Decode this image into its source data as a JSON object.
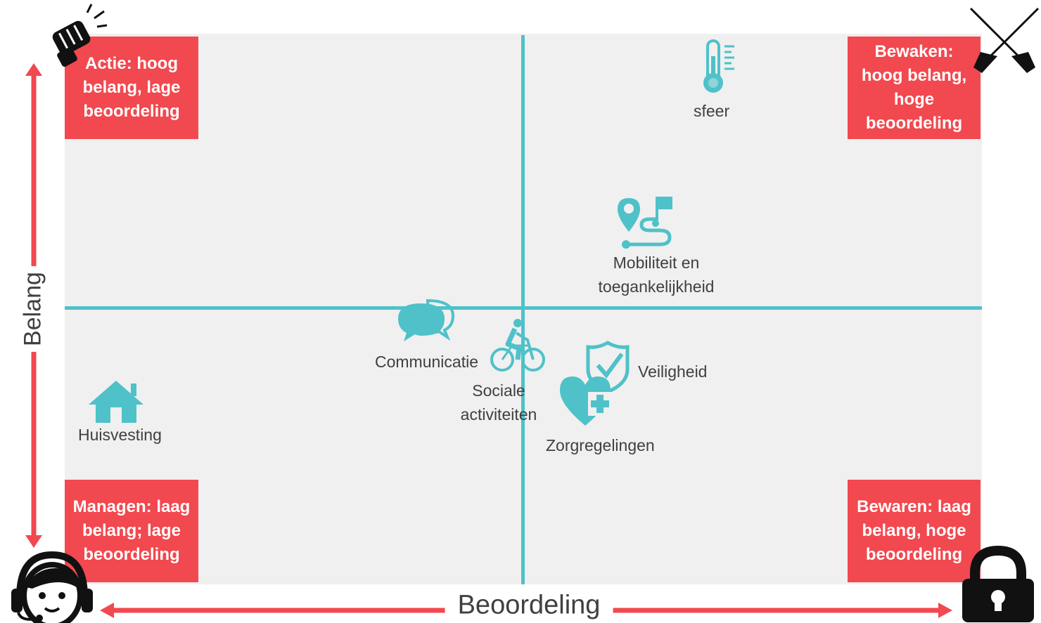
{
  "axes": {
    "y_label": "Belang",
    "x_label": "Beoordeling",
    "arrow_color": "#f2484f",
    "axis_color": "#4fc1c9",
    "background_color": "#f0f0f0"
  },
  "quadrants": {
    "top_left": {
      "text": "Actie: hoog belang, lage beoordeling",
      "icon": "fist-icon"
    },
    "top_right": {
      "text": "Bewaken: hoog belang, hoge beoordeling",
      "icon": "crossed-swords-icon"
    },
    "bottom_left": {
      "text": "Managen: laag belang; lage beoordeling",
      "icon": "headset-person-icon"
    },
    "bottom_right": {
      "text": "Bewaren: laag belang, hoge beoordeling",
      "icon": "padlock-icon"
    }
  },
  "items": {
    "sfeer": {
      "label": "sfeer",
      "icon": "thermometer-icon"
    },
    "mobiliteit": {
      "label_line1": "Mobiliteit en",
      "label_line2": "toegankelijkheid",
      "icon": "route-pin-flag-icon"
    },
    "communicatie": {
      "label": "Communicatie",
      "icon": "chat-bubbles-icon"
    },
    "sociale": {
      "label_line1": "Sociale",
      "label_line2": "activiteiten",
      "icon": "cyclist-icon"
    },
    "veiligheid": {
      "label": "Veiligheid",
      "icon": "shield-check-icon"
    },
    "zorg": {
      "label": "Zorgregelingen",
      "icon": "heart-plus-icon"
    },
    "huisvesting": {
      "label": "Huisvesting",
      "icon": "house-icon"
    }
  }
}
